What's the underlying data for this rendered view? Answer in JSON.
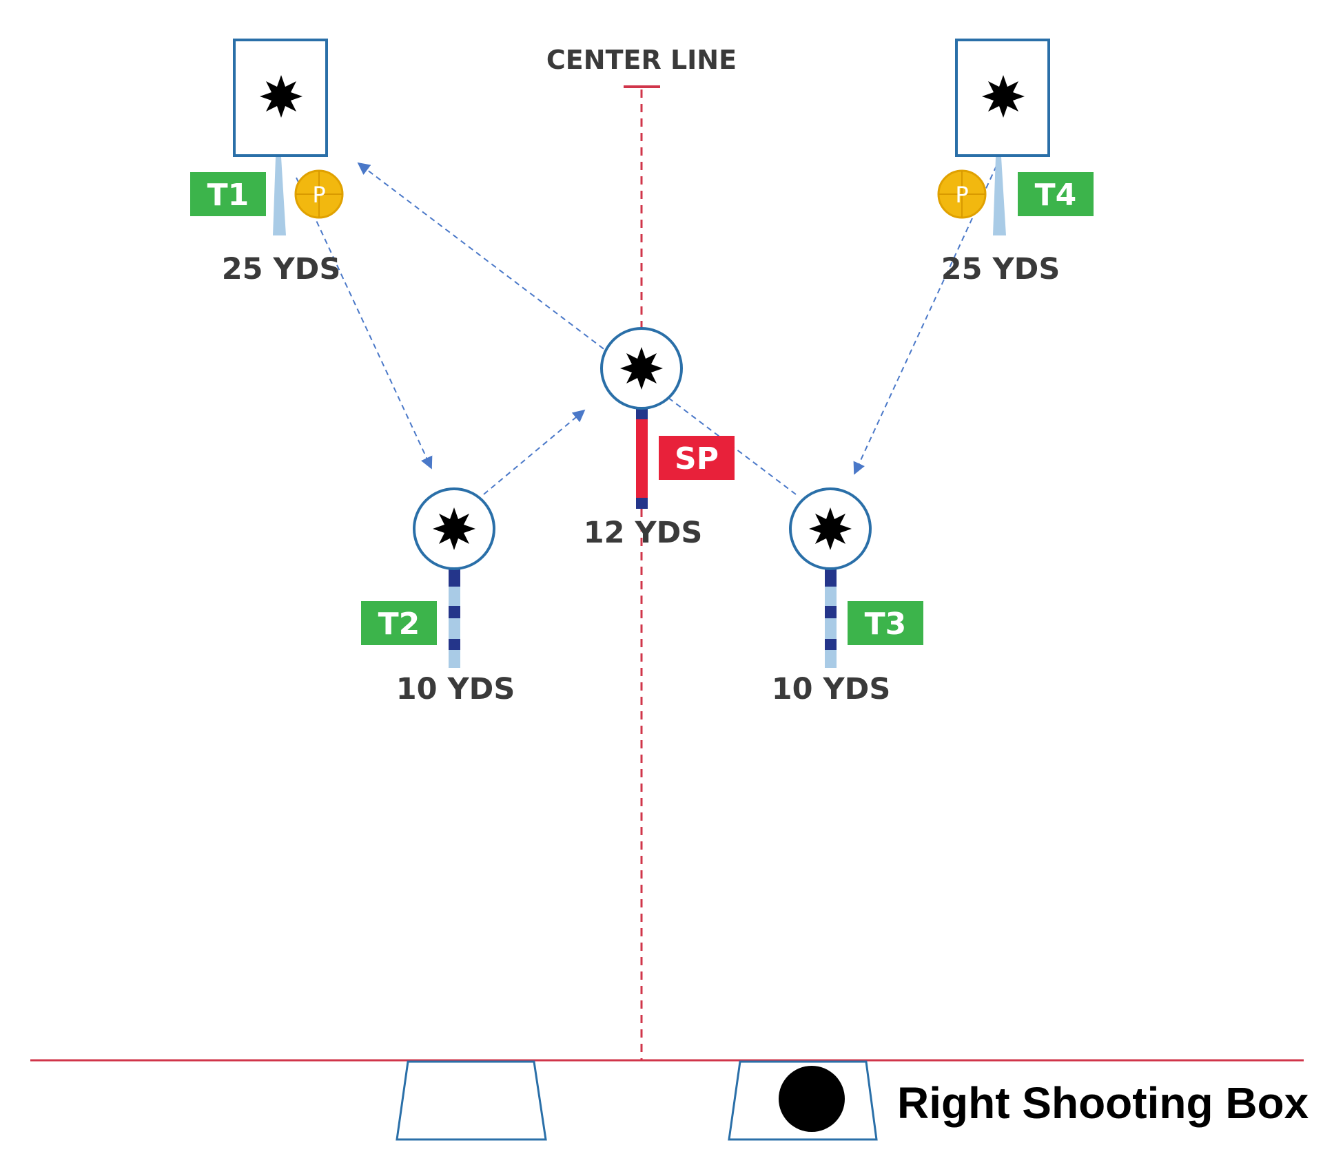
{
  "center_line_label": "CENTER LINE",
  "targets": [
    {
      "id": "T1",
      "tag": "T1",
      "distance": "25 YDS",
      "type": "box",
      "popper": "P"
    },
    {
      "id": "T2",
      "tag": "T2",
      "distance": "10 YDS",
      "type": "round"
    },
    {
      "id": "T3",
      "tag": "T3",
      "distance": "10 YDS",
      "type": "round"
    },
    {
      "id": "T4",
      "tag": "T4",
      "distance": "25 YDS",
      "type": "box",
      "popper": "P"
    }
  ],
  "start_position": {
    "tag": "SP",
    "distance": "12 YDS"
  },
  "shooting_box_label": "Right Shooting Box",
  "colors": {
    "tag_green": "#3cb44b",
    "sp_red": "#e8213a",
    "target_outline": "#2a6fa8",
    "line_red": "#d0354a",
    "arrow_blue": "#4a78c8",
    "post_light": "#a9cbe6",
    "post_dark": "#24358a",
    "popper_yellow": "#f2b80f",
    "label_gray": "#3a3a3a"
  },
  "icons": [
    "star-burst-icon",
    "popper-icon",
    "arrow-icon",
    "shooter-dot-icon"
  ]
}
